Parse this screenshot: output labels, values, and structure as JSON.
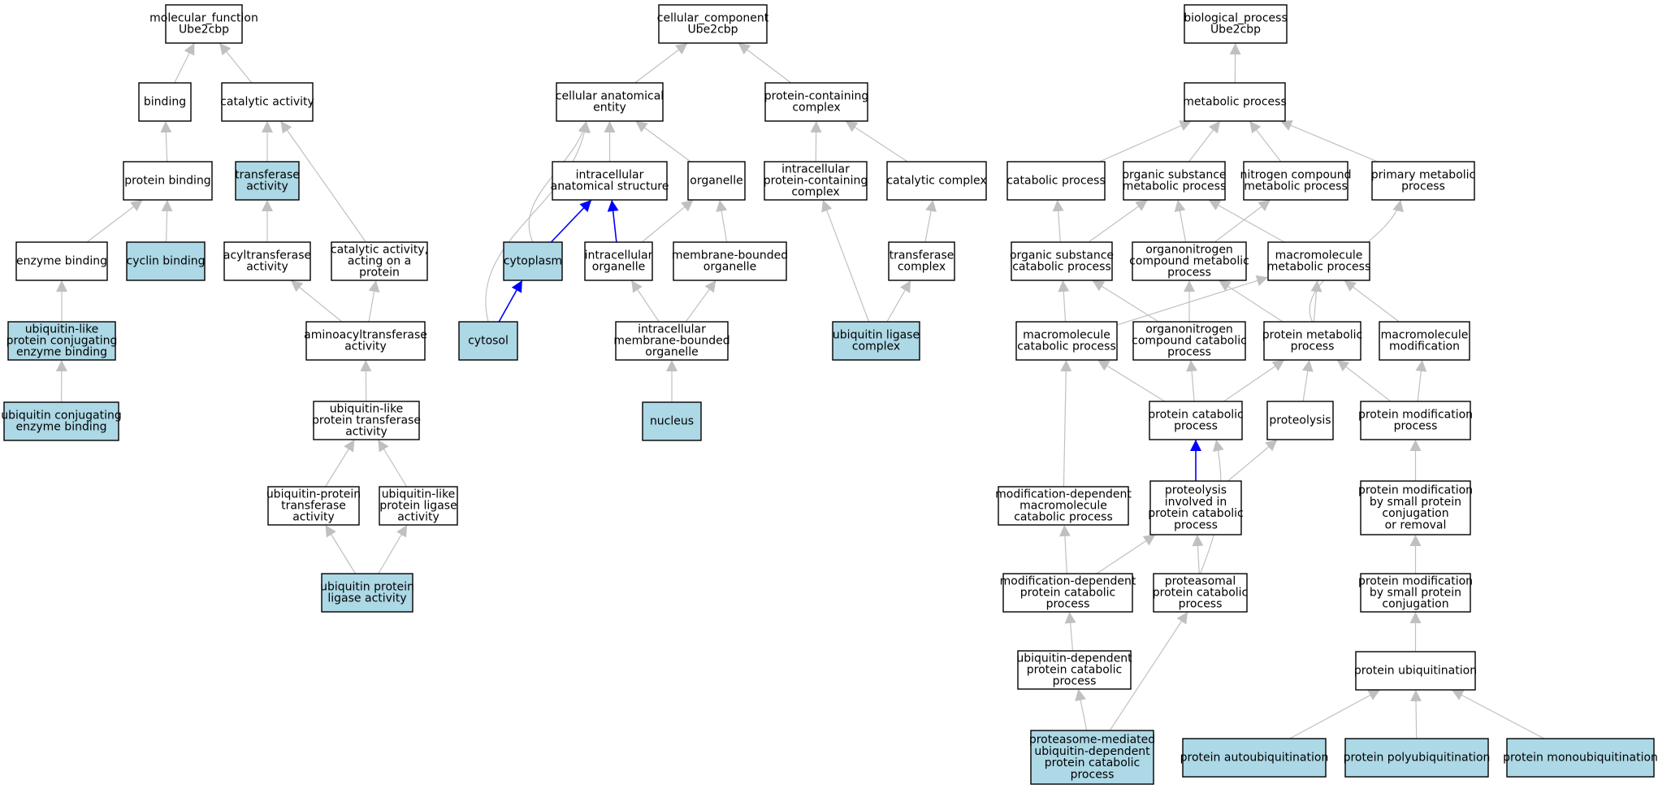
{
  "colors": {
    "node_fill": "#ffffff",
    "highlight_fill": "#add8e6",
    "node_stroke": "#000000",
    "edge_default": "#c0c0c0",
    "edge_highlight": "#0000ff"
  },
  "nodes": [
    {
      "id": "mf_root",
      "lines": [
        "molecular_function",
        "Ube2cbp"
      ],
      "highlight": false
    },
    {
      "id": "binding",
      "lines": [
        "binding"
      ],
      "highlight": false
    },
    {
      "id": "catalytic_activity",
      "lines": [
        "catalytic activity"
      ],
      "highlight": false
    },
    {
      "id": "protein_binding",
      "lines": [
        "protein binding"
      ],
      "highlight": false
    },
    {
      "id": "transferase_activity",
      "lines": [
        "transferase",
        "activity"
      ],
      "highlight": true
    },
    {
      "id": "enzyme_binding",
      "lines": [
        "enzyme binding"
      ],
      "highlight": false
    },
    {
      "id": "cyclin_binding",
      "lines": [
        "cyclin binding"
      ],
      "highlight": true
    },
    {
      "id": "acyltransferase_activity",
      "lines": [
        "acyltransferase",
        "activity"
      ],
      "highlight": false
    },
    {
      "id": "catalytic_on_protein",
      "lines": [
        "catalytic activity,",
        "acting on a",
        "protein"
      ],
      "highlight": false
    },
    {
      "id": "ubl_conj_enzyme_binding",
      "lines": [
        "ubiquitin-like",
        "protein conjugating",
        "enzyme binding"
      ],
      "highlight": true
    },
    {
      "id": "aminoacyltransferase",
      "lines": [
        "aminoacyltransferase",
        "activity"
      ],
      "highlight": false
    },
    {
      "id": "ub_conj_enzyme_binding",
      "lines": [
        "ubiquitin conjugating",
        "enzyme binding"
      ],
      "highlight": true
    },
    {
      "id": "ubl_transferase",
      "lines": [
        "ubiquitin-like",
        "protein transferase",
        "activity"
      ],
      "highlight": false
    },
    {
      "id": "ub_protein_transferase",
      "lines": [
        "ubiquitin-protein",
        "transferase",
        "activity"
      ],
      "highlight": false
    },
    {
      "id": "ubl_ligase",
      "lines": [
        "ubiquitin-like",
        "protein ligase",
        "activity"
      ],
      "highlight": false
    },
    {
      "id": "ub_ligase_activity",
      "lines": [
        "ubiquitin protein",
        "ligase activity"
      ],
      "highlight": true
    },
    {
      "id": "cc_root",
      "lines": [
        "cellular_component",
        "Ube2cbp"
      ],
      "highlight": false
    },
    {
      "id": "cell_anat_entity",
      "lines": [
        "cellular anatomical",
        "entity"
      ],
      "highlight": false
    },
    {
      "id": "protein_cont_complex",
      "lines": [
        "protein-containing",
        "complex"
      ],
      "highlight": false
    },
    {
      "id": "intracell_anat_struct",
      "lines": [
        "intracellular",
        "anatomical structure"
      ],
      "highlight": false
    },
    {
      "id": "organelle",
      "lines": [
        "organelle"
      ],
      "highlight": false
    },
    {
      "id": "intracell_prot_complex",
      "lines": [
        "intracellular",
        "protein-containing",
        "complex"
      ],
      "highlight": false
    },
    {
      "id": "catalytic_complex",
      "lines": [
        "catalytic complex"
      ],
      "highlight": false
    },
    {
      "id": "cytoplasm",
      "lines": [
        "cytoplasm"
      ],
      "highlight": true
    },
    {
      "id": "intracell_organelle",
      "lines": [
        "intracellular",
        "organelle"
      ],
      "highlight": false
    },
    {
      "id": "membrane_bounded_org",
      "lines": [
        "membrane-bounded",
        "organelle"
      ],
      "highlight": false
    },
    {
      "id": "transferase_complex",
      "lines": [
        "transferase",
        "complex"
      ],
      "highlight": false
    },
    {
      "id": "cytosol",
      "lines": [
        "cytosol"
      ],
      "highlight": true
    },
    {
      "id": "intracell_mem_org",
      "lines": [
        "intracellular",
        "membrane-bounded",
        "organelle"
      ],
      "highlight": false
    },
    {
      "id": "ub_ligase_complex",
      "lines": [
        "ubiquitin ligase",
        "complex"
      ],
      "highlight": true
    },
    {
      "id": "nucleus",
      "lines": [
        "nucleus"
      ],
      "highlight": true
    },
    {
      "id": "bp_root",
      "lines": [
        "biological_process",
        "Ube2cbp"
      ],
      "highlight": false
    },
    {
      "id": "metabolic_process",
      "lines": [
        "metabolic process"
      ],
      "highlight": false
    },
    {
      "id": "catabolic_process",
      "lines": [
        "catabolic process"
      ],
      "highlight": false
    },
    {
      "id": "org_subst_metab",
      "lines": [
        "organic substance",
        "metabolic process"
      ],
      "highlight": false
    },
    {
      "id": "nitrogen_comp_metab",
      "lines": [
        "nitrogen compound",
        "metabolic process"
      ],
      "highlight": false
    },
    {
      "id": "primary_metab",
      "lines": [
        "primary metabolic",
        "process"
      ],
      "highlight": false
    },
    {
      "id": "org_subst_catab",
      "lines": [
        "organic substance",
        "catabolic process"
      ],
      "highlight": false
    },
    {
      "id": "organonitrogen_metab",
      "lines": [
        "organonitrogen",
        "compound metabolic",
        "process"
      ],
      "highlight": false
    },
    {
      "id": "macromol_metab",
      "lines": [
        "macromolecule",
        "metabolic process"
      ],
      "highlight": false
    },
    {
      "id": "macromol_catab",
      "lines": [
        "macromolecule",
        "catabolic process"
      ],
      "highlight": false
    },
    {
      "id": "organonitrogen_catab",
      "lines": [
        "organonitrogen",
        "compound catabolic",
        "process"
      ],
      "highlight": false
    },
    {
      "id": "protein_metab",
      "lines": [
        "protein metabolic",
        "process"
      ],
      "highlight": false
    },
    {
      "id": "macromol_mod",
      "lines": [
        "macromolecule",
        "modification"
      ],
      "highlight": false
    },
    {
      "id": "protein_catab",
      "lines": [
        "protein catabolic",
        "process"
      ],
      "highlight": false
    },
    {
      "id": "proteolysis",
      "lines": [
        "proteolysis"
      ],
      "highlight": false
    },
    {
      "id": "protein_mod_process",
      "lines": [
        "protein modification",
        "process"
      ],
      "highlight": false
    },
    {
      "id": "mod_dep_macromol_catab",
      "lines": [
        "modification-dependent",
        "macromolecule",
        "catabolic process"
      ],
      "highlight": false
    },
    {
      "id": "proteolysis_in_catab",
      "lines": [
        "proteolysis",
        "involved in",
        "protein catabolic",
        "process"
      ],
      "highlight": false
    },
    {
      "id": "prot_mod_small_conj_removal",
      "lines": [
        "protein modification",
        "by small protein",
        "conjugation",
        "or removal"
      ],
      "highlight": false
    },
    {
      "id": "mod_dep_protein_catab",
      "lines": [
        "modification-dependent",
        "protein catabolic",
        "process"
      ],
      "highlight": false
    },
    {
      "id": "proteasomal_catab",
      "lines": [
        "proteasomal",
        "protein catabolic",
        "process"
      ],
      "highlight": false
    },
    {
      "id": "prot_mod_small_conj",
      "lines": [
        "protein modification",
        "by small protein",
        "conjugation"
      ],
      "highlight": false
    },
    {
      "id": "ub_dep_protein_catab",
      "lines": [
        "ubiquitin-dependent",
        "protein catabolic",
        "process"
      ],
      "highlight": false
    },
    {
      "id": "protein_ubiquitination",
      "lines": [
        "protein ubiquitination"
      ],
      "highlight": false
    },
    {
      "id": "proteasome_mediated",
      "lines": [
        "proteasome-mediated",
        "ubiquitin-dependent",
        "protein catabolic",
        "process"
      ],
      "highlight": true
    },
    {
      "id": "protein_autoubiq",
      "lines": [
        "protein autoubiquitination"
      ],
      "highlight": true
    },
    {
      "id": "protein_polyubiq",
      "lines": [
        "protein polyubiquitination"
      ],
      "highlight": true
    },
    {
      "id": "protein_monoubiq",
      "lines": [
        "protein monoubiquitination"
      ],
      "highlight": true
    }
  ],
  "edges": [
    {
      "from": "binding",
      "to": "mf_root"
    },
    {
      "from": "catalytic_activity",
      "to": "mf_root"
    },
    {
      "from": "protein_binding",
      "to": "binding"
    },
    {
      "from": "transferase_activity",
      "to": "catalytic_activity"
    },
    {
      "from": "catalytic_on_protein",
      "to": "catalytic_activity"
    },
    {
      "from": "enzyme_binding",
      "to": "protein_binding"
    },
    {
      "from": "cyclin_binding",
      "to": "protein_binding"
    },
    {
      "from": "acyltransferase_activity",
      "to": "transferase_activity"
    },
    {
      "from": "ubl_conj_enzyme_binding",
      "to": "enzyme_binding"
    },
    {
      "from": "aminoacyltransferase",
      "to": "acyltransferase_activity"
    },
    {
      "from": "aminoacyltransferase",
      "to": "catalytic_on_protein"
    },
    {
      "from": "ub_conj_enzyme_binding",
      "to": "ubl_conj_enzyme_binding"
    },
    {
      "from": "ubl_transferase",
      "to": "aminoacyltransferase"
    },
    {
      "from": "ub_protein_transferase",
      "to": "ubl_transferase"
    },
    {
      "from": "ubl_ligase",
      "to": "ubl_transferase"
    },
    {
      "from": "ub_ligase_activity",
      "to": "ub_protein_transferase"
    },
    {
      "from": "ub_ligase_activity",
      "to": "ubl_ligase"
    },
    {
      "from": "cell_anat_entity",
      "to": "cc_root"
    },
    {
      "from": "protein_cont_complex",
      "to": "cc_root"
    },
    {
      "from": "intracell_anat_struct",
      "to": "cell_anat_entity"
    },
    {
      "from": "organelle",
      "to": "cell_anat_entity"
    },
    {
      "from": "cytoplasm",
      "to": "cell_anat_entity",
      "curve": true
    },
    {
      "from": "cytosol",
      "to": "cell_anat_entity",
      "curve": true
    },
    {
      "from": "intracell_prot_complex",
      "to": "protein_cont_complex"
    },
    {
      "from": "catalytic_complex",
      "to": "protein_cont_complex"
    },
    {
      "from": "cytoplasm",
      "to": "intracell_anat_struct",
      "highlight": true
    },
    {
      "from": "intracell_organelle",
      "to": "intracell_anat_struct",
      "highlight": true
    },
    {
      "from": "intracell_organelle",
      "to": "organelle"
    },
    {
      "from": "membrane_bounded_org",
      "to": "organelle"
    },
    {
      "from": "transferase_complex",
      "to": "catalytic_complex"
    },
    {
      "from": "cytosol",
      "to": "cytoplasm",
      "highlight": true
    },
    {
      "from": "intracell_mem_org",
      "to": "intracell_organelle"
    },
    {
      "from": "intracell_mem_org",
      "to": "membrane_bounded_org"
    },
    {
      "from": "ub_ligase_complex",
      "to": "intracell_prot_complex"
    },
    {
      "from": "ub_ligase_complex",
      "to": "transferase_complex"
    },
    {
      "from": "nucleus",
      "to": "intracell_mem_org"
    },
    {
      "from": "metabolic_process",
      "to": "bp_root"
    },
    {
      "from": "catabolic_process",
      "to": "metabolic_process"
    },
    {
      "from": "org_subst_metab",
      "to": "metabolic_process"
    },
    {
      "from": "nitrogen_comp_metab",
      "to": "metabolic_process"
    },
    {
      "from": "primary_metab",
      "to": "metabolic_process"
    },
    {
      "from": "org_subst_catab",
      "to": "catabolic_process"
    },
    {
      "from": "org_subst_catab",
      "to": "org_subst_metab"
    },
    {
      "from": "organonitrogen_metab",
      "to": "org_subst_metab"
    },
    {
      "from": "organonitrogen_metab",
      "to": "nitrogen_comp_metab"
    },
    {
      "from": "macromol_metab",
      "to": "org_subst_metab"
    },
    {
      "from": "macromol_catab",
      "to": "org_subst_catab"
    },
    {
      "from": "macromol_catab",
      "to": "macromol_metab"
    },
    {
      "from": "organonitrogen_catab",
      "to": "org_subst_catab"
    },
    {
      "from": "organonitrogen_catab",
      "to": "organonitrogen_metab"
    },
    {
      "from": "protein_metab",
      "to": "organonitrogen_metab"
    },
    {
      "from": "protein_metab",
      "to": "macromol_metab"
    },
    {
      "from": "protein_metab",
      "to": "primary_metab",
      "curve": true
    },
    {
      "from": "macromol_mod",
      "to": "macromol_metab"
    },
    {
      "from": "protein_catab",
      "to": "macromol_catab"
    },
    {
      "from": "protein_catab",
      "to": "organonitrogen_catab"
    },
    {
      "from": "protein_catab",
      "to": "protein_metab"
    },
    {
      "from": "proteolysis",
      "to": "protein_metab"
    },
    {
      "from": "protein_mod_process",
      "to": "protein_metab"
    },
    {
      "from": "protein_mod_process",
      "to": "macromol_mod"
    },
    {
      "from": "mod_dep_macromol_catab",
      "to": "macromol_catab"
    },
    {
      "from": "proteolysis_in_catab",
      "to": "protein_catab",
      "highlight": true
    },
    {
      "from": "proteolysis_in_catab",
      "to": "proteolysis"
    },
    {
      "from": "prot_mod_small_conj_removal",
      "to": "protein_mod_process"
    },
    {
      "from": "mod_dep_protein_catab",
      "to": "mod_dep_macromol_catab"
    },
    {
      "from": "mod_dep_protein_catab",
      "to": "proteolysis_in_catab"
    },
    {
      "from": "proteasomal_catab",
      "to": "proteolysis_in_catab"
    },
    {
      "from": "proteasomal_catab",
      "to": "protein_catab",
      "curve": true
    },
    {
      "from": "prot_mod_small_conj",
      "to": "prot_mod_small_conj_removal"
    },
    {
      "from": "ub_dep_protein_catab",
      "to": "mod_dep_protein_catab"
    },
    {
      "from": "protein_ubiquitination",
      "to": "prot_mod_small_conj"
    },
    {
      "from": "proteasome_mediated",
      "to": "ub_dep_protein_catab"
    },
    {
      "from": "proteasome_mediated",
      "to": "proteasomal_catab"
    },
    {
      "from": "protein_autoubiq",
      "to": "protein_ubiquitination"
    },
    {
      "from": "protein_polyubiq",
      "to": "protein_ubiquitination"
    },
    {
      "from": "protein_monoubiq",
      "to": "protein_ubiquitination"
    }
  ]
}
